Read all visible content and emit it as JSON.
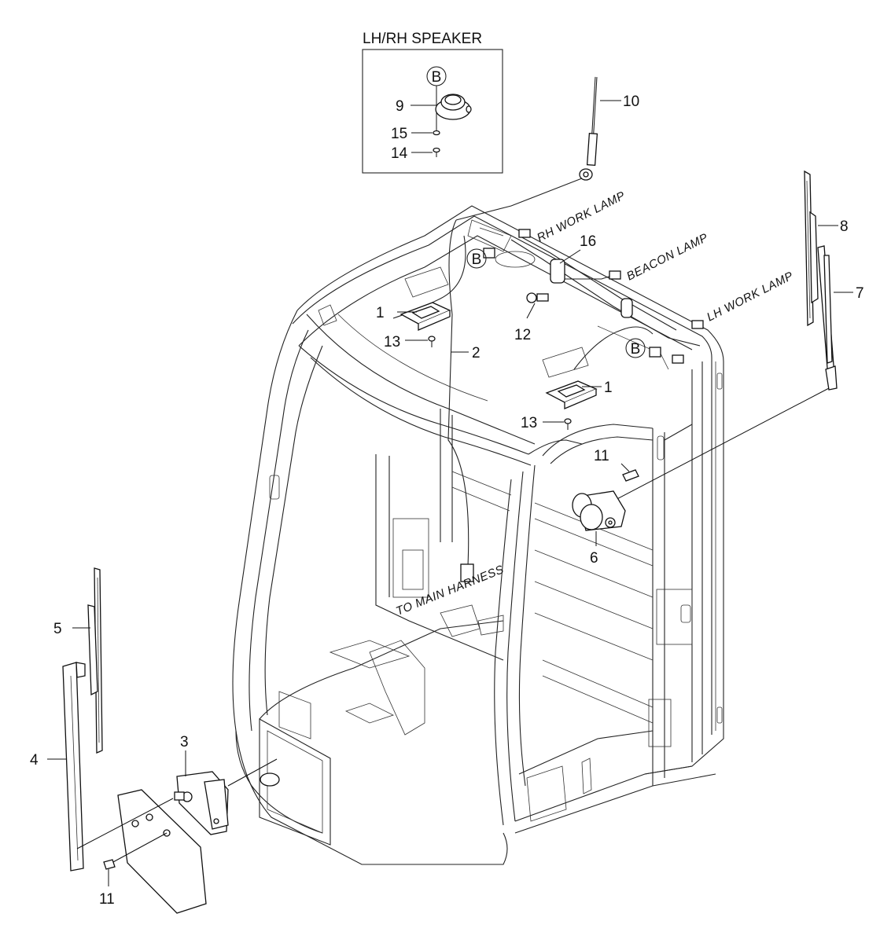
{
  "inset": {
    "title": "LH/RH SPEAKER"
  },
  "callouts": {
    "rh_work_lamp": "RH WORK LAMP",
    "beacon_lamp": "BEACON LAMP",
    "lh_work_lamp": "LH WORK LAMP",
    "to_main_harness": "TO MAIN HARNESS"
  },
  "connector_marker": "B",
  "part_numbers": {
    "p1": "1",
    "p2": "2",
    "p3": "3",
    "p4": "4",
    "p5": "5",
    "p6": "6",
    "p7": "7",
    "p8": "8",
    "p9": "9",
    "p10": "10",
    "p11": "11",
    "p12": "12",
    "p13": "13",
    "p14": "14",
    "p15": "15",
    "p16": "16"
  }
}
